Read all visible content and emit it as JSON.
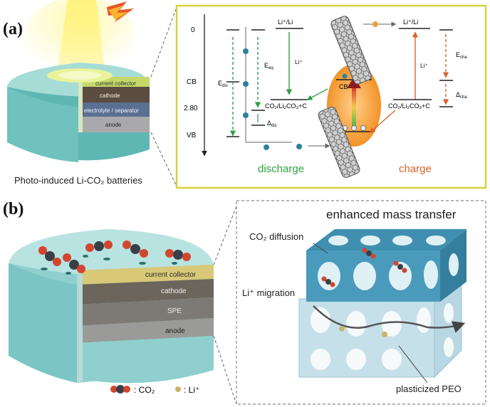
{
  "panel_a": {
    "letter": "(a)",
    "caption": "Photo-induced Li-CO₂ batteries",
    "layers": [
      "current collector",
      "cathode",
      "electrolyte / separator",
      "anode"
    ],
    "axis": {
      "zero": "0",
      "cb": "CB",
      "level": "2.80",
      "vb": "VB"
    },
    "energy_labels": {
      "e_dis": "E",
      "e_dis_sub": "dis",
      "e_eq": "E",
      "e_eq_sub": "eq",
      "delta_dis": "Δ",
      "delta_dis_sub": "dis",
      "e_cha": "E",
      "e_cha_sub": "cha",
      "delta_cha": "Δ",
      "delta_cha_sub": "cha"
    },
    "li_couple": "Li⁺/Li",
    "li_ion": "Li⁺",
    "co2_couple": "CO₂/Li₂CO₃+C",
    "semi": {
      "cb": "CB",
      "vb": "VB"
    },
    "discharge": "discharge",
    "charge": "charge"
  },
  "panel_b": {
    "letter": "(b)",
    "layers": [
      "current collector",
      "cathode",
      "SPE",
      "anode"
    ],
    "legend": {
      "co2": ": CO₂",
      "li": ": Li⁺"
    },
    "inset_title": "enhanced mass transfer",
    "co2_diffusion": "CO₂ diffusion",
    "li_migration": "Li⁺ migration",
    "peo": "plasticized PEO"
  },
  "colors": {
    "teal": "#8fcfd0",
    "frame": "#d7d23a",
    "discharge": "#2f9e44",
    "charge": "#d9622b",
    "orange": "#f6a24a"
  }
}
